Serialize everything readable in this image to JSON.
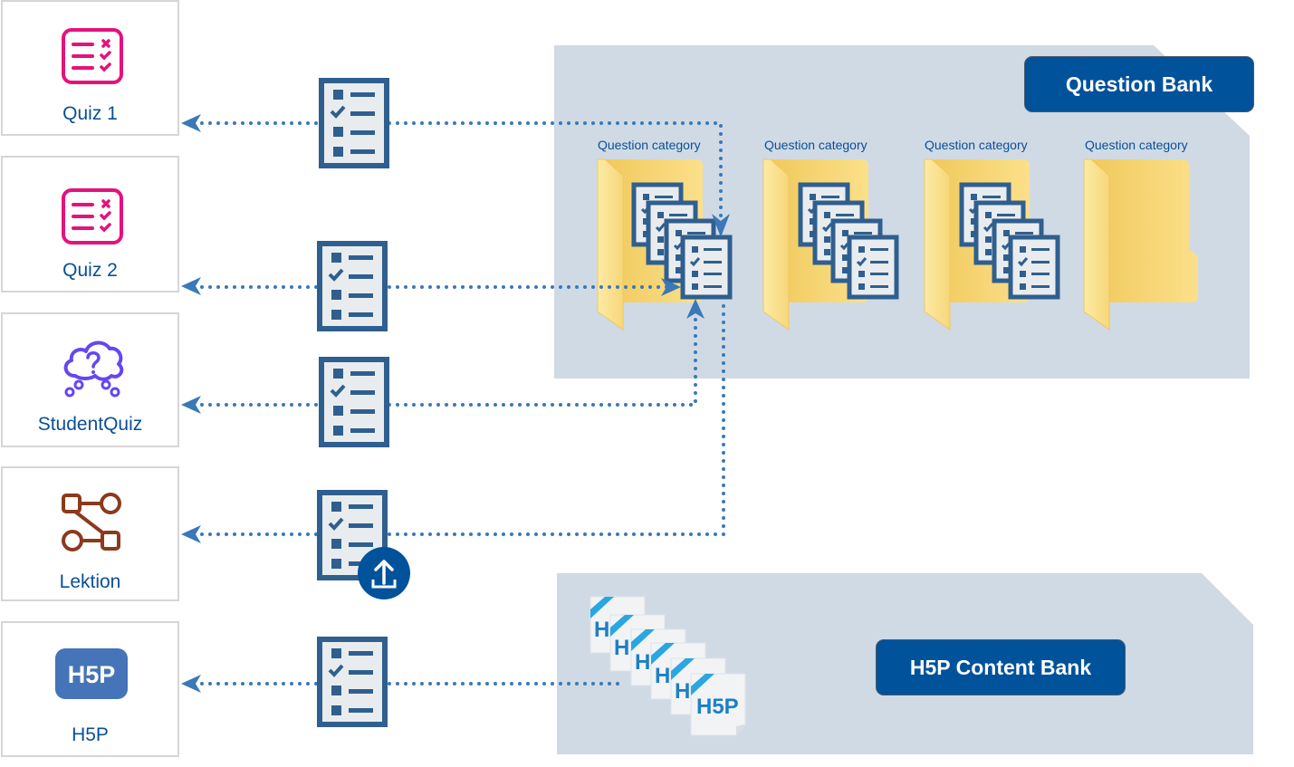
{
  "activities": [
    {
      "label": "Quiz 1",
      "icon": "quiz-icon",
      "color": "#e5127d"
    },
    {
      "label": "Quiz 2",
      "icon": "quiz-icon",
      "color": "#e5127d"
    },
    {
      "label": "StudentQuiz",
      "icon": "cloud-question-icon",
      "color": "#6646f1"
    },
    {
      "label": "Lektion",
      "icon": "lesson-flow-icon",
      "color": "#8b3a1c"
    },
    {
      "label": "H5P",
      "icon": "h5p-logo-icon",
      "color": "#4574b8"
    }
  ],
  "question_bank": {
    "title": "Question Bank",
    "categories": [
      {
        "label": "Question category",
        "has_questions": true
      },
      {
        "label": "Question category",
        "has_questions": true
      },
      {
        "label": "Question category",
        "has_questions": true
      },
      {
        "label": "Question category",
        "has_questions": false
      }
    ]
  },
  "content_bank": {
    "title": "H5P Content Bank",
    "item_label": "H5P"
  },
  "colors": {
    "accent": "#00529b",
    "connector": "#3a78b8",
    "question_icon": "#2f5f8f",
    "bank_bg": "#d0dae5",
    "folder": "#f5d57a"
  }
}
